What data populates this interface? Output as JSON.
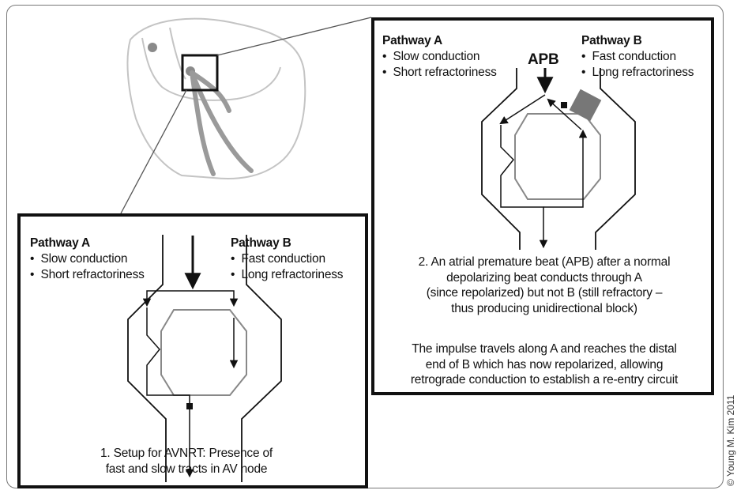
{
  "panel1": {
    "pathway_a": {
      "title": "Pathway A",
      "items": [
        "Slow conduction",
        "Short refractoriness"
      ]
    },
    "pathway_b": {
      "title": "Pathway B",
      "items": [
        "Fast conduction",
        "Long refractoriness"
      ]
    },
    "caption": [
      "1. Setup for AVNRT: Presence of",
      "fast and slow tracts in AV node"
    ]
  },
  "panel2": {
    "pathway_a": {
      "title": "Pathway A",
      "items": [
        "Slow conduction",
        "Short refractoriness"
      ]
    },
    "pathway_b": {
      "title": "Pathway B",
      "items": [
        "Fast conduction",
        "Long refractoriness"
      ]
    },
    "apb_label": "APB",
    "caption1": [
      "2. An atrial premature beat (APB) after a normal",
      "depolarizing beat conducts through A",
      "(since repolarized) but not B (still refractory –",
      "thus producing unidirectional block)"
    ],
    "caption2": [
      "The impulse travels along A and reaches the distal",
      "end of B which has now repolarized, allowing",
      "retrograde conduction to establish a re-entry circuit"
    ]
  },
  "copyright": "© Young M. Kim 2011",
  "colors": {
    "ink": "#111111",
    "heart_outline": "#bbbbbb",
    "tract": "#999999",
    "block": "#777777"
  }
}
